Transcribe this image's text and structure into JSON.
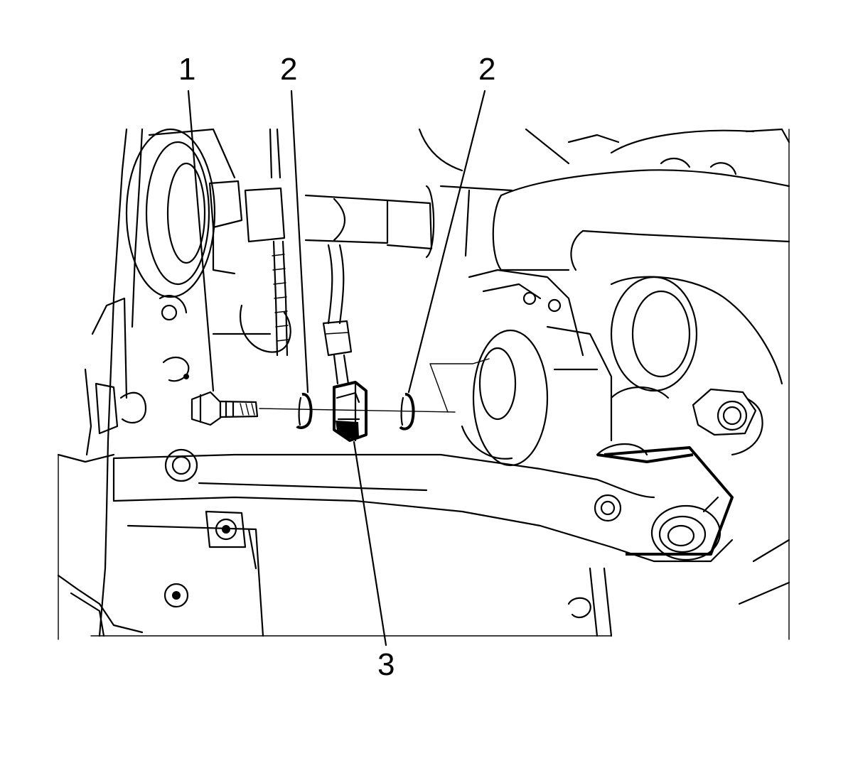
{
  "callouts": [
    {
      "id": "callout-1",
      "label": "1"
    },
    {
      "id": "callout-2a",
      "label": "2"
    },
    {
      "id": "callout-2b",
      "label": "2"
    },
    {
      "id": "callout-3",
      "label": "3"
    }
  ],
  "parts": {
    "bolt": "bolt-icon",
    "washer": "washer-icon",
    "clip": "bracket-clip-icon"
  }
}
